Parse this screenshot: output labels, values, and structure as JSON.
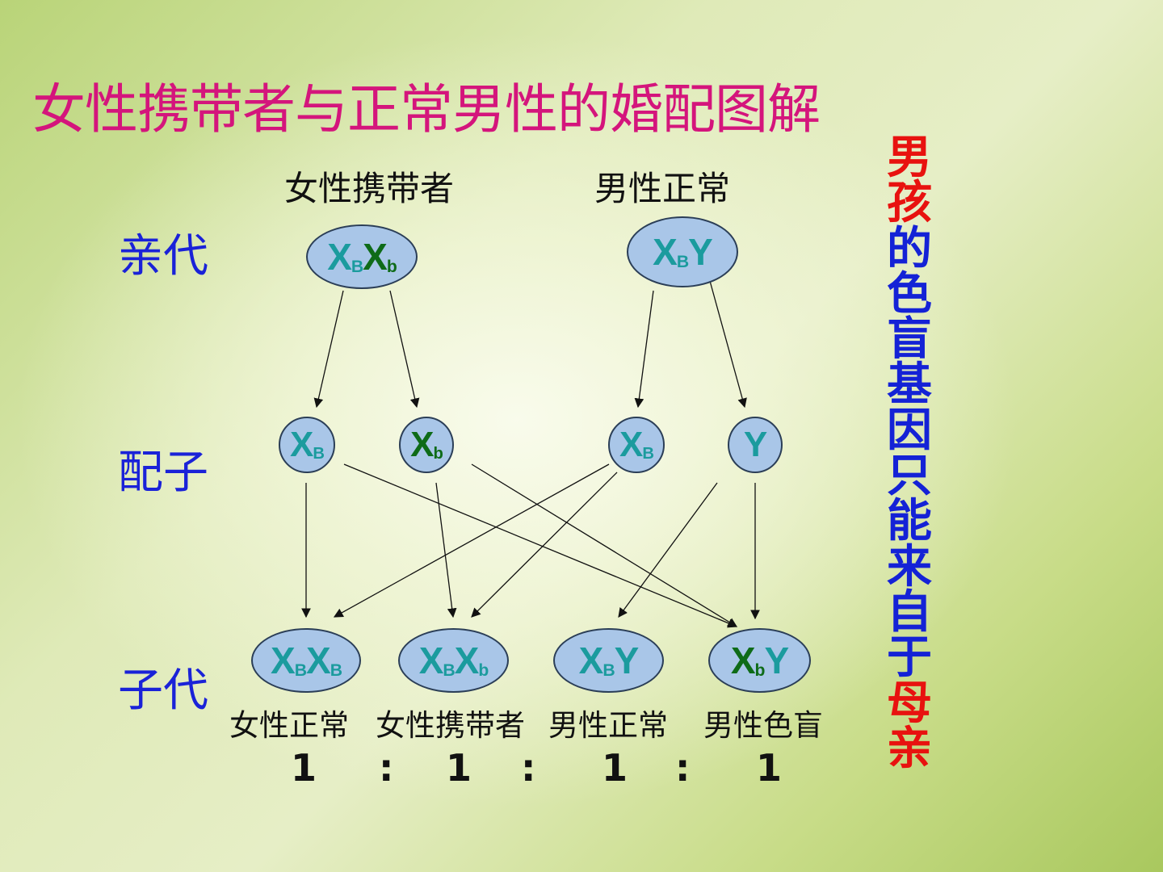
{
  "title": "女性携带者与正常男性的婚配图解",
  "parents": {
    "female_label": "女性携带者",
    "male_label": "男性正常",
    "female_genotype": [
      {
        "b": "X",
        "s": "B",
        "c": "t"
      },
      {
        "b": "X",
        "s": "b",
        "c": "g"
      }
    ],
    "male_genotype": [
      {
        "b": "X",
        "s": "B",
        "c": "t"
      },
      {
        "b": "Y",
        "s": "",
        "c": "t"
      }
    ]
  },
  "generations": {
    "parent": "亲代",
    "gamete": "配子",
    "offspring": "子代"
  },
  "gametes": [
    [
      {
        "b": "X",
        "s": "B",
        "c": "t"
      }
    ],
    [
      {
        "b": "X",
        "s": "b",
        "c": "g"
      }
    ],
    [
      {
        "b": "X",
        "s": "B",
        "c": "t"
      }
    ],
    [
      {
        "b": "Y",
        "s": "",
        "c": "t"
      }
    ]
  ],
  "offspring": [
    {
      "genotype": [
        {
          "b": "X",
          "s": "B",
          "c": "t"
        },
        {
          "b": "X",
          "s": "B",
          "c": "t"
        }
      ],
      "label": "女性正常"
    },
    {
      "genotype": [
        {
          "b": "X",
          "s": "B",
          "c": "t"
        },
        {
          "b": "X",
          "s": "b",
          "c": "t"
        }
      ],
      "label": "女性携带者"
    },
    {
      "genotype": [
        {
          "b": "X",
          "s": "B",
          "c": "t"
        },
        {
          "b": "Y",
          "s": "",
          "c": "t"
        }
      ],
      "label": "男性正常"
    },
    {
      "genotype": [
        {
          "b": "X",
          "s": "b",
          "c": "g"
        },
        {
          "b": "Y",
          "s": "",
          "c": "t"
        }
      ],
      "label": "男性色盲"
    }
  ],
  "ratio": [
    "1",
    ":",
    "1",
    ":",
    "1",
    ":",
    "1"
  ],
  "side_note": [
    {
      "ch": "男",
      "color": "#e8120f"
    },
    {
      "ch": "孩",
      "color": "#e8120f"
    },
    {
      "ch": "的",
      "color": "#1422d6"
    },
    {
      "ch": "色",
      "color": "#1422d6"
    },
    {
      "ch": "盲",
      "color": "#1422d6"
    },
    {
      "ch": "基",
      "color": "#1422d6"
    },
    {
      "ch": "因",
      "color": "#1422d6"
    },
    {
      "ch": "只",
      "color": "#1422d6"
    },
    {
      "ch": "能",
      "color": "#1422d6"
    },
    {
      "ch": "来",
      "color": "#1422d6"
    },
    {
      "ch": "自",
      "color": "#1422d6"
    },
    {
      "ch": "于",
      "color": "#1422d6"
    },
    {
      "ch": "母",
      "color": "#e8120f"
    },
    {
      "ch": "亲",
      "color": "#e8120f"
    }
  ],
  "colors": {
    "title": "#d4157c",
    "generation_label": "#1a22d8",
    "ellipse_fill": "#a9c6e8",
    "teal": "#1b9b9e",
    "green": "#0e6b18"
  }
}
